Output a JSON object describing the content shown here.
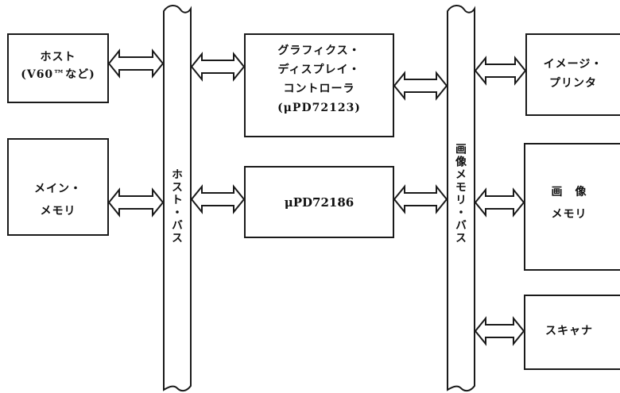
{
  "diagram": {
    "host": [
      "ホスト",
      "(V60™など)"
    ],
    "main_memory": [
      "メイン・",
      "メモリ"
    ],
    "host_bus": "ホスト・バス",
    "gdc": [
      "グラフィクス・",
      "ディスプレイ・",
      "コントローラ",
      "(μPD72123)"
    ],
    "upd72186": "μPD72186",
    "image_memory_bus": "画像メモリ・バス",
    "image_printer": [
      "イメージ・",
      "プリンタ"
    ],
    "image_memory": [
      "画　像",
      "メモリ"
    ],
    "scanner": "スキャナ",
    "colors": {
      "line": "#1a1a1a",
      "background": "#ffffff"
    }
  }
}
